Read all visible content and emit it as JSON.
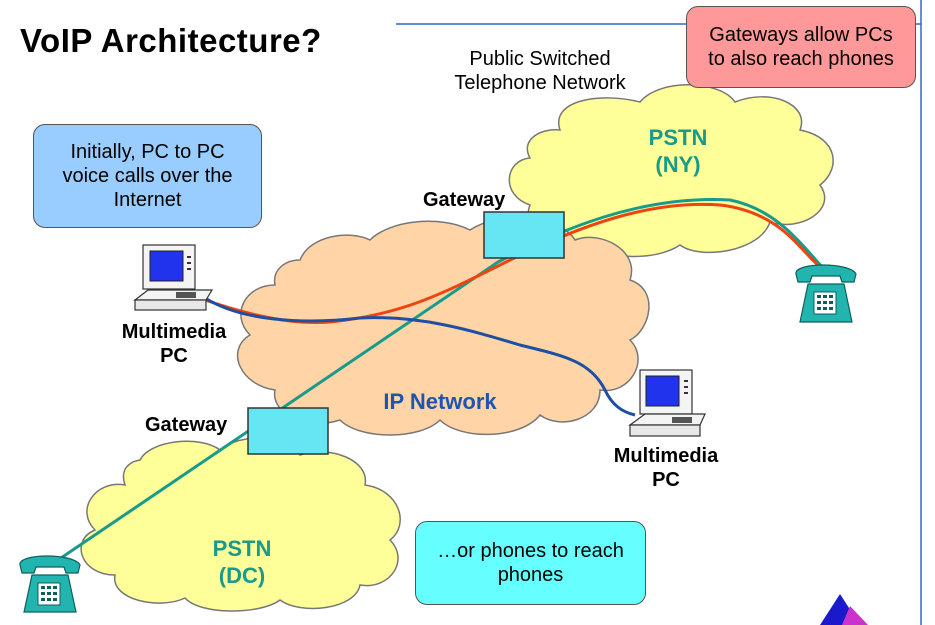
{
  "title": "VoIP Architecture?",
  "pstn_caption": [
    "Public Switched",
    "Telephone Network"
  ],
  "callouts": {
    "pc_to_pc": [
      "Initially, PC to PC",
      "voice calls over the",
      "Internet"
    ],
    "gateways": [
      "Gateways allow PCs",
      "to also reach phones"
    ],
    "phones": [
      "…or phones to reach",
      "phones"
    ]
  },
  "networks": {
    "ip": "IP Network",
    "pstn_ny": [
      "PSTN",
      "(NY)"
    ],
    "pstn_dc": [
      "PSTN",
      "(DC)"
    ]
  },
  "labels": {
    "gateway_top": "Gateway",
    "gateway_bottom": "Gateway",
    "pc_left": [
      "Multimedia",
      "PC"
    ],
    "pc_right": [
      "Multimedia",
      "PC"
    ]
  },
  "colors": {
    "ip_cloud": "#FFD5A8",
    "pstn_cloud": "#FFFF99",
    "gateway_fill": "#66E5F2",
    "pc_to_pc_callout": "#99CCFF",
    "gateways_callout": "#FF9999",
    "phones_callout": "#66FFFF",
    "pstn_text": "#1A9A8A",
    "ip_text": "#1F55B0",
    "line_teal": "#1A9A8A",
    "line_blue": "#1F4FA0",
    "line_orange": "#EE4411"
  }
}
